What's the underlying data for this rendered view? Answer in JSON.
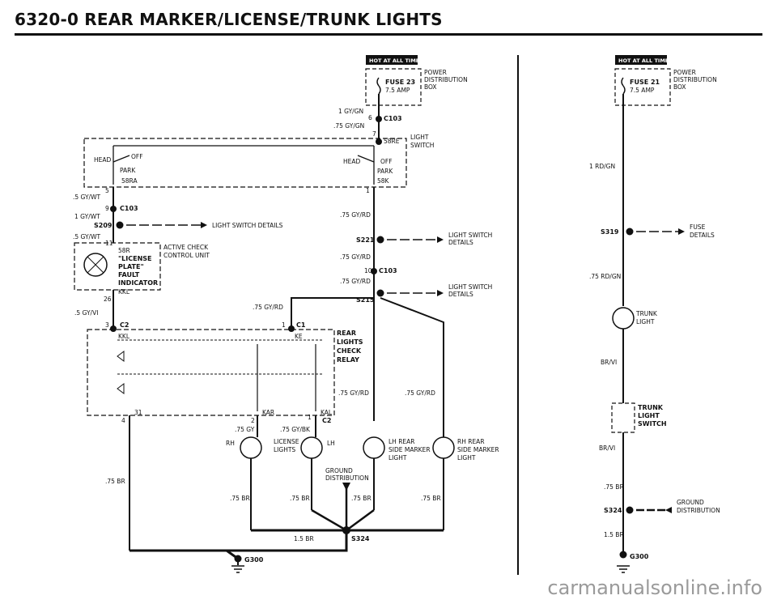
{
  "header": {
    "title": "6320-0   REAR MARKER/LICENSE/TRUNK LIGHTS"
  },
  "watermark": "carmanualsonline.info",
  "left": {
    "hot": "HOT AT ALL TIMES",
    "power_box": [
      "POWER",
      "DISTRIBUTION",
      "BOX"
    ],
    "fuse": "FUSE 23",
    "fuse_amp": "7.5 AMP",
    "w1": "1 GY/GN",
    "c103_pin": "6",
    "c103": "C103",
    "w2": ".75 GY/GN",
    "sw_pin": "7",
    "light_switch": [
      "LIGHT",
      "SWITCH"
    ],
    "head_l": "HEAD",
    "off_l": "OFF",
    "park_l": "PARK",
    "r58ra": "58RA",
    "r58re": "58RE",
    "head_r": "HEAD",
    "off_r": "OFF",
    "park_r": "PARK",
    "r58k": "58K",
    "pin5": "5",
    "pin1": "1",
    "w3": ".5 GY/WT",
    "pin9": "9",
    "c103b": "C103",
    "w4": "1 GY/WT",
    "s209": "S209",
    "ls_details": "LIGHT SWITCH DETAILS",
    "w5": ".5 GY/WT",
    "pin11": "11",
    "r58r": "58R",
    "active_check": [
      "ACTIVE CHECK",
      "CONTROL UNIT"
    ],
    "indicator": [
      "\"LICENSE",
      "PLATE\"",
      "FAULT",
      "INDICATOR"
    ],
    "kkl": "KKL",
    "pin26": "26",
    "w6": ".5 GY/VI",
    "w_rd1": ".75 GY/RD",
    "s221": "S221",
    "ls_det2": [
      "LIGHT SWITCH",
      "DETAILS"
    ],
    "w_rd2": ".75 GY/RD",
    "pin10": "10",
    "c103c": "C103",
    "w_rd3": ".75 GY/RD",
    "s215": "S215",
    "ls_det3": [
      "LIGHT SWITCH",
      "DETAILS"
    ],
    "w_rd4": ".75 GY/RD",
    "pin3": "3",
    "c2": "C2",
    "pin1b": "1",
    "c1": "C1",
    "kkl2": "KKL",
    "ke": "KE",
    "relay": [
      "REAR",
      "LIGHTS",
      "CHECK",
      "RELAY"
    ],
    "w_rd5": ".75 GY/RD",
    "w_rd6": ".75 GY/RD",
    "pin31": "31",
    "kar": "KAR",
    "kal": "KAL",
    "pin4": "4",
    "pin2": "2",
    "pin1c": "1",
    "c2b": "C2",
    "w_gy": ".75 GY",
    "w_gybk": ".75 GY/BK",
    "rh": "RH",
    "license": [
      "LICENSE",
      "LIGHTS"
    ],
    "lh": "LH",
    "lh_rear": [
      "LH REAR",
      "SIDE MARKER",
      "LIGHT"
    ],
    "rh_rear": [
      "RH REAR",
      "SIDE MARKER",
      "LIGHT"
    ],
    "ground_dist": [
      "GROUND",
      "DISTRIBUTION"
    ],
    "br1": ".75 BR",
    "br2": ".75 BR",
    "br3": ".75 BR",
    "br4": ".75 BR",
    "br5": ".75 BR",
    "br_main": "1.5 BR",
    "s324": "S324",
    "g300": "G300"
  },
  "right": {
    "hot": "HOT AT ALL TIMES",
    "power_box": [
      "POWER",
      "DISTRIBUTION",
      "BOX"
    ],
    "fuse": "FUSE 21",
    "fuse_amp": "7.5 AMP",
    "w1": "1 RD/GN",
    "s319": "S319",
    "fuse_details": [
      "FUSE",
      "DETAILS"
    ],
    "w2": ".75 RD/GN",
    "trunk_light": [
      "TRUNK",
      "LIGHT"
    ],
    "w3": "BR/VI",
    "trunk_switch": [
      "TRUNK",
      "LIGHT",
      "SWITCH"
    ],
    "w4": "BR/VI",
    "w5": ".75 BR",
    "s324": "S324",
    "ground_dist": [
      "GROUND",
      "DISTRIBUTION"
    ],
    "w6": "1.5 BR",
    "g300": "G300"
  }
}
